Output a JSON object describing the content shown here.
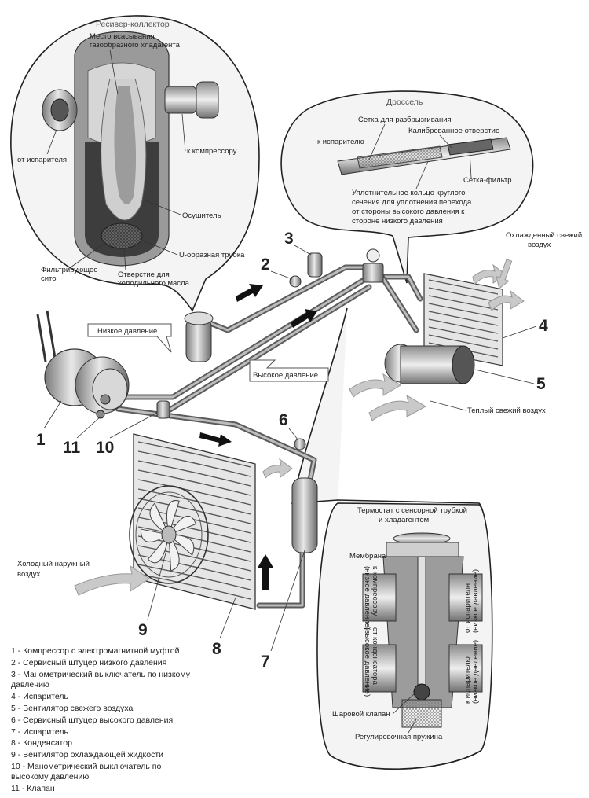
{
  "receiver_detail": {
    "title": "Ресивер-коллектор",
    "labels": {
      "intake_line1": "Место всасывания",
      "intake_line2": "газообразного хладагента",
      "from_evaporator": "от испарителя",
      "to_compressor": "к компрессору",
      "desiccant": "Осушитель",
      "u_tube": "U-образная трубка",
      "filter_sieve_line1": "Фильтрирующее",
      "filter_sieve_line2": "сито",
      "oil_hole_line1": "Отверстие для",
      "oil_hole_line2": "холодильного масла"
    }
  },
  "throttle_detail": {
    "title": "Дроссель",
    "labels": {
      "spray_mesh": "Сетка для разбрызгивания",
      "to_evaporator": "к испарителю",
      "calibrated_orifice": "Калиброванное отверстие",
      "filter_mesh": "Сетка-фильтр",
      "oring_line1": "Уплотнительное кольцо круглого",
      "oring_line2": "сечения для уплотнения перехода",
      "oring_line3": "от стороны высокого давления к",
      "oring_line4": "стороне низкого давления"
    }
  },
  "airflow": {
    "cooled_line1": "Охлажденный свежий",
    "cooled_line2": "воздух",
    "warm": "Теплый свежий воздух",
    "cold_outside_line1": "Холодный наружный",
    "cold_outside_line2": "воздух"
  },
  "pressure": {
    "low": "Низкое давление",
    "high": "Высокое давление"
  },
  "numbers": {
    "n1": "1",
    "n2": "2",
    "n3": "3",
    "n4": "4",
    "n5": "5",
    "n6": "6",
    "n7": "7",
    "n8": "8",
    "n9": "9",
    "n10": "10",
    "n11": "11"
  },
  "valve_detail": {
    "thermostat_line1": "Термостат с сенсорной трубкой",
    "thermostat_line2": "и хладагентом",
    "membrane": "Мембрана",
    "to_compressor_line1": "к компрессору",
    "to_compressor_line2": "(низкое давление)",
    "from_condenser_line1": "от конденсатора",
    "from_condenser_line2": "(высокое давление)",
    "from_evaporator_line1": "от испарителя",
    "from_evaporator_line2": "(низкое давление)",
    "to_evaporator_line1": "к испарителю",
    "to_evaporator_line2": "(низкое давление)",
    "ball_valve": "Шаровой клапан",
    "spring": "Регулировочная пружина"
  },
  "legend": [
    "1 - Компрессор с электромагнитной муфтой",
    "2 - Сервисный штуцер низкого давления",
    "3 - Манометрический выключатель по низкому давлению",
    "4 - Испаритель",
    "5 - Вентилятор свежего воздуха",
    "6 - Сервисный штуцер высокого давления",
    "7 - Испаритель",
    "8 - Конденсатор",
    "9 - Вентилятор охлаждающей жидкости",
    "10 - Манометрический выключатель по высокому давлению",
    "11 - Клапан"
  ]
}
